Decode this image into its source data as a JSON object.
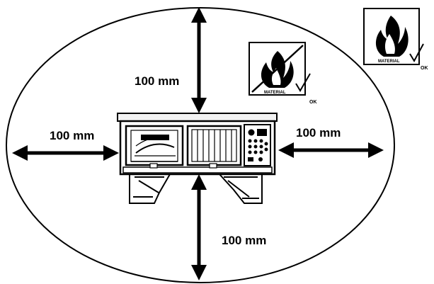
{
  "clearances": {
    "top": "100 mm",
    "left": "100 mm",
    "right": "100 mm",
    "bottom": "100 mm"
  },
  "badges": {
    "small": {
      "material": "MATERIAL",
      "status": "OK",
      "icon": "flame-crossed-icon"
    },
    "large": {
      "material": "MATERIAL",
      "status": "OK",
      "icon": "flame-icon"
    }
  },
  "colors": {
    "ink": "#000000",
    "paper": "#ffffff",
    "unit_fill": "#f2f2f2"
  }
}
